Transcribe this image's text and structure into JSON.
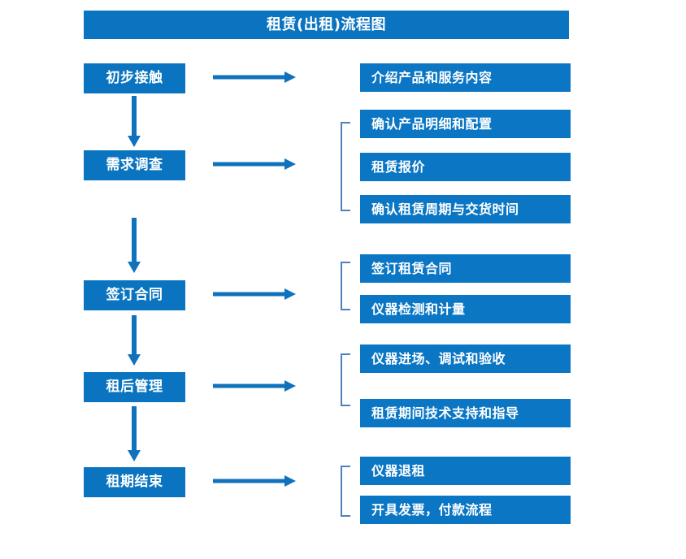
{
  "diagram": {
    "title": "租赁(出租)流程图",
    "accent_color": "#0a74c0",
    "detail_color": "#0a76c4",
    "bracket_color": "#4d81bd",
    "arrow_color": "#1072bc",
    "background_color": "#ffffff",
    "type": "flowchart",
    "stages": [
      {
        "id": "stage-1",
        "label": "初步接触",
        "details": [
          {
            "id": "detail-1-1",
            "label": "介绍产品和服务内容"
          }
        ],
        "has_bracket": false
      },
      {
        "id": "stage-2",
        "label": "需求调查",
        "details": [
          {
            "id": "detail-2-1",
            "label": "确认产品明细和配置"
          },
          {
            "id": "detail-2-2",
            "label": "租赁报价"
          },
          {
            "id": "detail-2-3",
            "label": "确认租赁周期与交货时间"
          }
        ],
        "has_bracket": true
      },
      {
        "id": "stage-3",
        "label": "签订合同",
        "details": [
          {
            "id": "detail-3-1",
            "label": "签订租赁合同"
          },
          {
            "id": "detail-3-2",
            "label": "仪器检测和计量"
          }
        ],
        "has_bracket": true
      },
      {
        "id": "stage-4",
        "label": "租后管理",
        "details": [
          {
            "id": "detail-4-1",
            "label": "仪器进场、调试和验收"
          },
          {
            "id": "detail-4-2",
            "label": "租赁期间技术支持和指导"
          }
        ],
        "has_bracket": true
      },
      {
        "id": "stage-5",
        "label": "租期结束",
        "details": [
          {
            "id": "detail-5-1",
            "label": "仪器退租"
          },
          {
            "id": "detail-5-2",
            "label": "开具发票，付款流程"
          }
        ],
        "has_bracket": true
      }
    ],
    "flow_arrows": {
      "vertical_count": 4,
      "horizontal_count": 5,
      "direction": "top-to-bottom"
    }
  }
}
